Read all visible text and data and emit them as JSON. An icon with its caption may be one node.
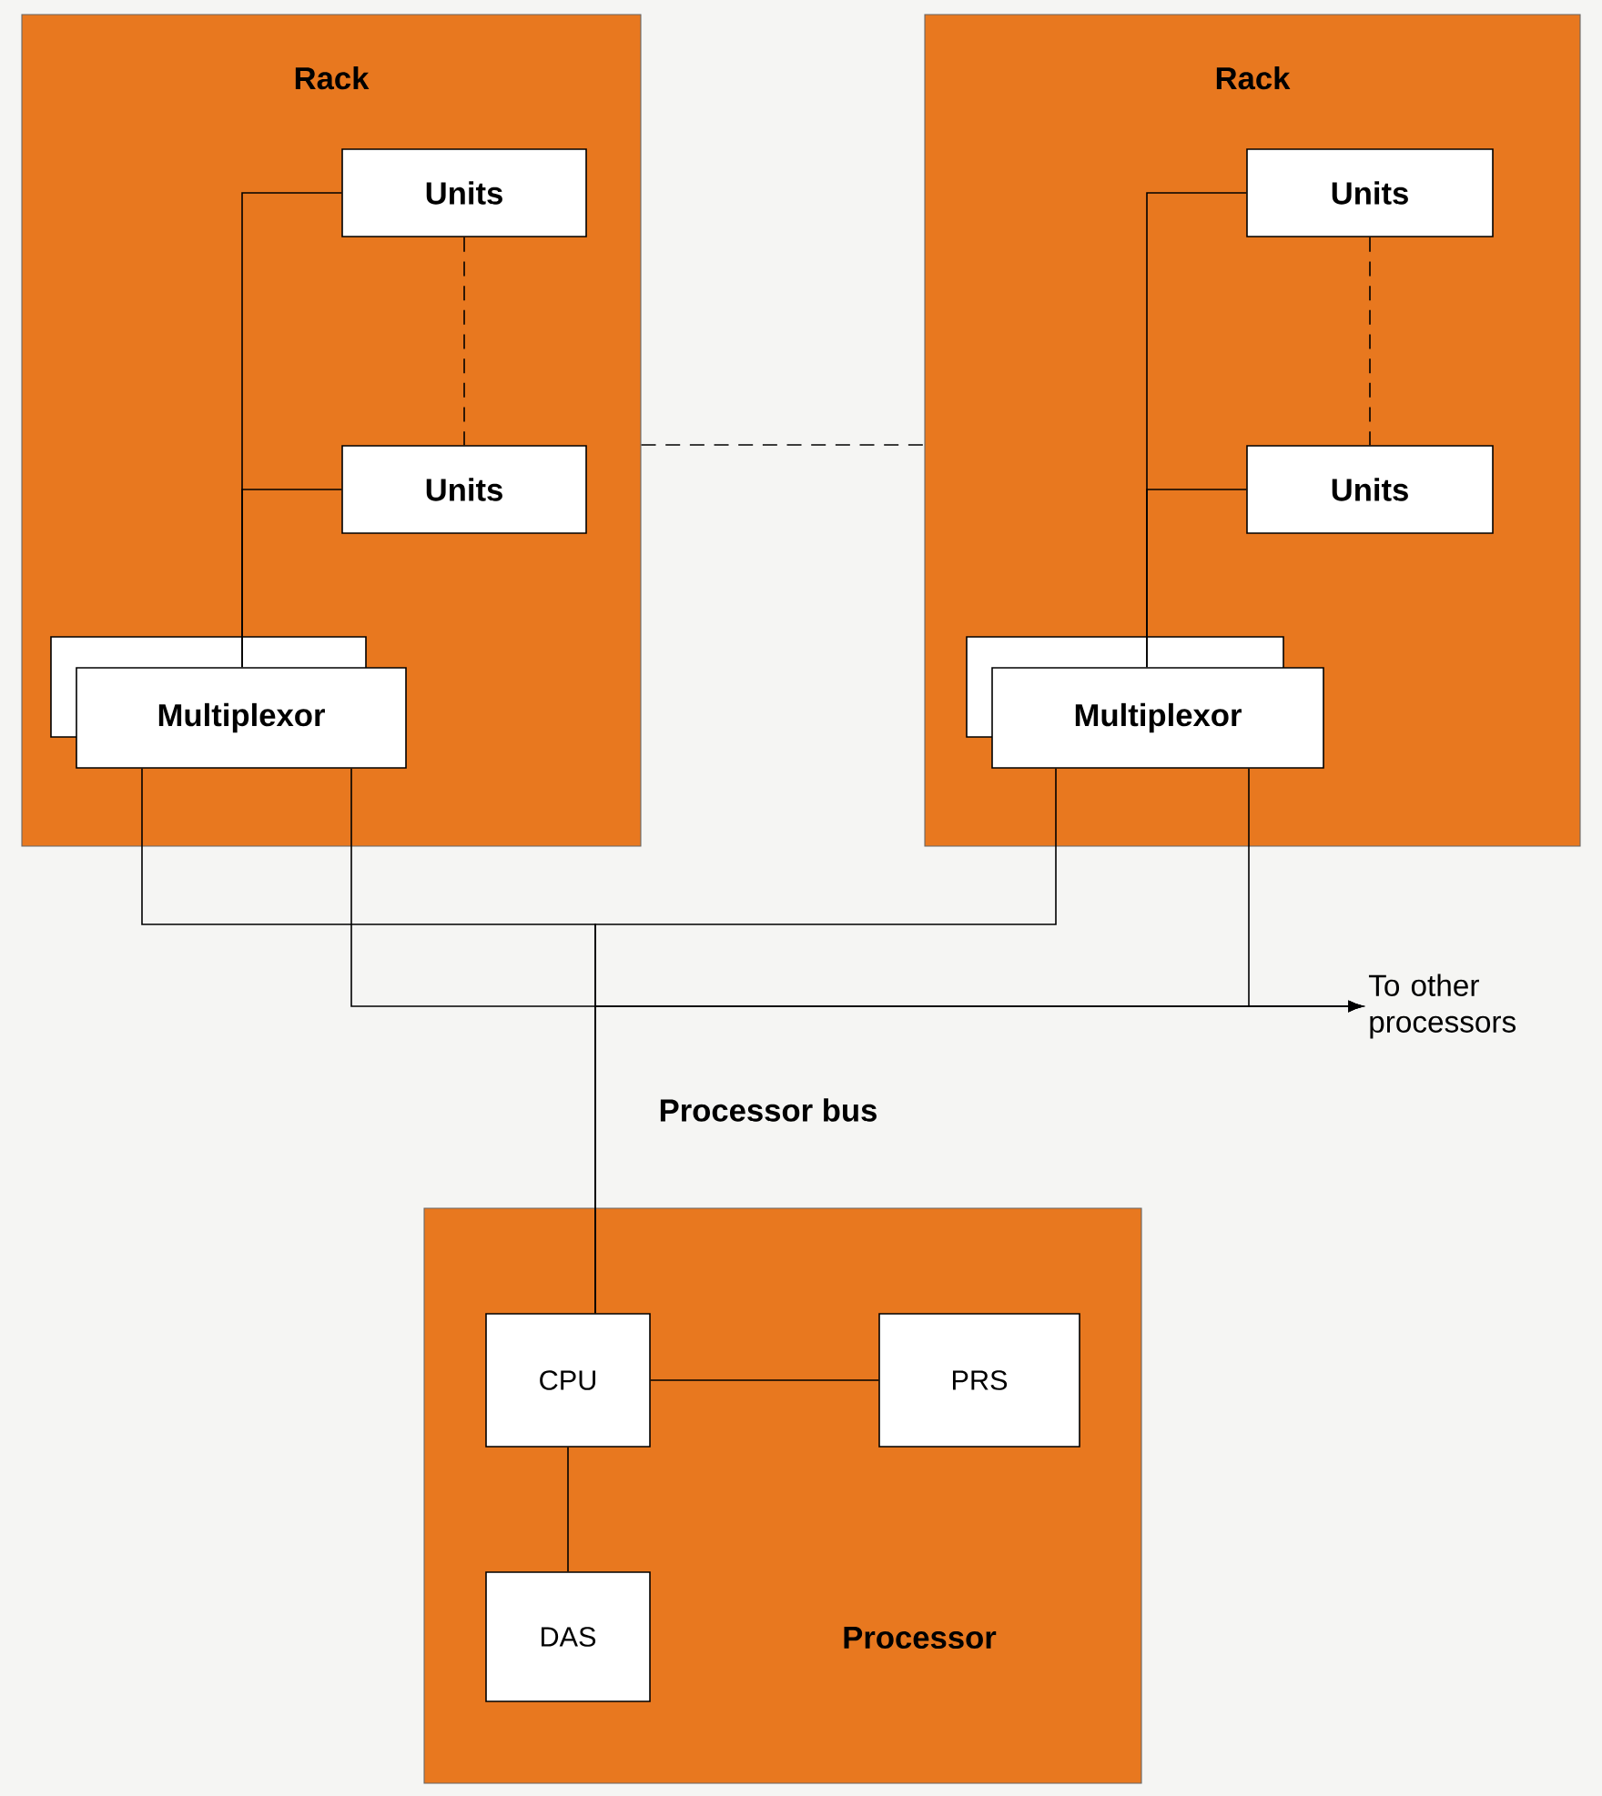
{
  "diagram": {
    "nodes": [
      {
        "text": [
          "Rack"
        ]
      },
      {
        "text": [
          "Units"
        ],
        "in": 0
      },
      {
        "text": [
          "Units"
        ],
        "in": 0
      },
      {
        "text": [
          "Multiplexor"
        ],
        "in": 0
      },
      {
        "text": [
          "Rack"
        ]
      },
      {
        "text": [
          "Units"
        ],
        "in": 4
      },
      {
        "text": [
          "Units"
        ],
        "in": 4
      },
      {
        "text": [
          "Multiplexor"
        ],
        "in": 4
      },
      {
        "text": [
          "Processor"
        ]
      },
      {
        "text": [
          "CPU"
        ],
        "in": 8
      },
      {
        "text": [
          "PRS"
        ],
        "in": 8
      },
      {
        "text": [
          "DAS"
        ],
        "in": 8
      },
      {
        "text": [
          "To other processors"
        ]
      }
    ],
    "edges": [
      {
        "from": 1,
        "to": 2,
        "arrow": "none",
        "style": "dashed"
      },
      {
        "from": 1,
        "to": 3,
        "arrow": "none"
      },
      {
        "from": 2,
        "to": 3,
        "arrow": "none"
      },
      {
        "from": 0,
        "to": 4,
        "arrow": "none",
        "style": "dashed"
      },
      {
        "from": 5,
        "to": 6,
        "arrow": "none",
        "style": "dashed"
      },
      {
        "from": 5,
        "to": 7,
        "arrow": "none"
      },
      {
        "from": 6,
        "to": 7,
        "arrow": "none"
      },
      {
        "from": 3,
        "to": 9,
        "arrow": "none"
      },
      {
        "from": 7,
        "to": 9,
        "arrow": "none"
      },
      {
        "from": 3,
        "to": 12,
        "arrow": "to"
      },
      {
        "from": 7,
        "to": 12,
        "arrow": "to"
      },
      {
        "from": 9,
        "to": 12,
        "arrow": "to"
      },
      {
        "from": 9,
        "to": 10,
        "arrow": "none"
      },
      {
        "from": 9,
        "to": 11,
        "arrow": "none"
      }
    ],
    "labels": [
      "Processor bus"
    ]
  }
}
